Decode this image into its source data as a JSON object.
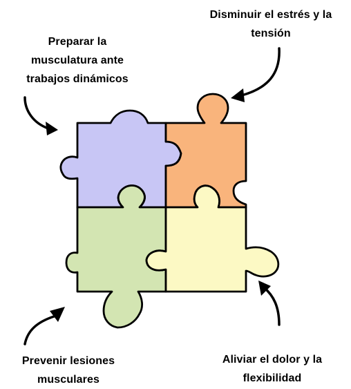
{
  "pieces": [
    {
      "id": "top-left",
      "color": "#c8c6f5",
      "label_lines": [
        "Preparar la",
        "musculatura ante",
        "trabajos dinámicos"
      ]
    },
    {
      "id": "top-right",
      "color": "#f9b47c",
      "label_lines": [
        "Disminuir el estrés y la",
        "tensión"
      ]
    },
    {
      "id": "bottom-left",
      "color": "#d3e5b2",
      "label_lines": [
        "Prevenir lesiones",
        "musculares"
      ]
    },
    {
      "id": "bottom-right",
      "color": "#fcf9c4",
      "label_lines": [
        "Aliviar el dolor y la",
        "flexibilidad"
      ]
    }
  ],
  "outline_color": "#000000",
  "arrow_color": "#000000"
}
